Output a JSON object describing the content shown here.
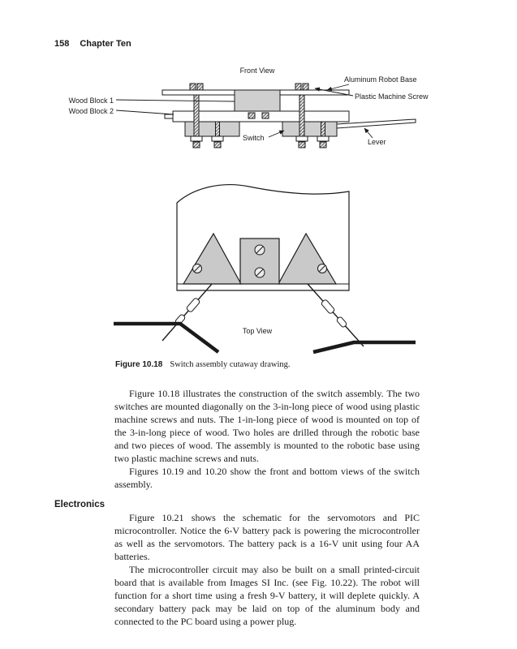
{
  "page": {
    "number": "158",
    "chapter": "Chapter Ten"
  },
  "figure": {
    "labels": {
      "front_view": "Front View",
      "aluminum_robot_base": "Aluminum Robot Base",
      "plastic_machine_screw": "Plastic Machine Screw",
      "wood_block_1": "Wood Block 1",
      "wood_block_2": "Wood Block 2",
      "switch": "Switch",
      "lever": "Lever",
      "top_view": "Top View"
    },
    "caption_label": "Figure 10.18",
    "caption_text": "Switch assembly cutaway drawing."
  },
  "content": {
    "paragraph_1": "Figure 10.18 illustrates the construction of the switch assembly. The two switches are mounted diagonally on the 3-in-long piece of wood using plastic machine screws and nuts. The 1-in-long piece of wood is mounted on top of the 3-in-long piece of wood. Two holes are drilled through the robotic base and two pieces of wood. The assembly is mounted to the robotic base using two plastic machine screws and nuts.",
    "paragraph_2": "Figures 10.19 and 10.20 show the front and bottom views of the switch assembly.",
    "section_heading": "Electronics",
    "paragraph_3": "Figure 10.21 shows the schematic for the servomotors and PIC microcontroller. Notice the 6-V battery pack is powering the microcontroller as well as the servomotors. The battery pack is a 16-V unit using four AA batteries.",
    "paragraph_4": "The microcontroller circuit may also be built on a small printed-circuit board that is available from Images SI Inc. (see Fig. 10.22). The robot will function for a short time using a fresh 9-V battery, it will deplete quickly. A secondary battery pack may be laid on top of the aluminum body and connected to the PC board using a power plug."
  },
  "colors": {
    "ink": "#1a1a1a",
    "fill_gray": "#c9c9c9",
    "paper": "#ffffff"
  }
}
